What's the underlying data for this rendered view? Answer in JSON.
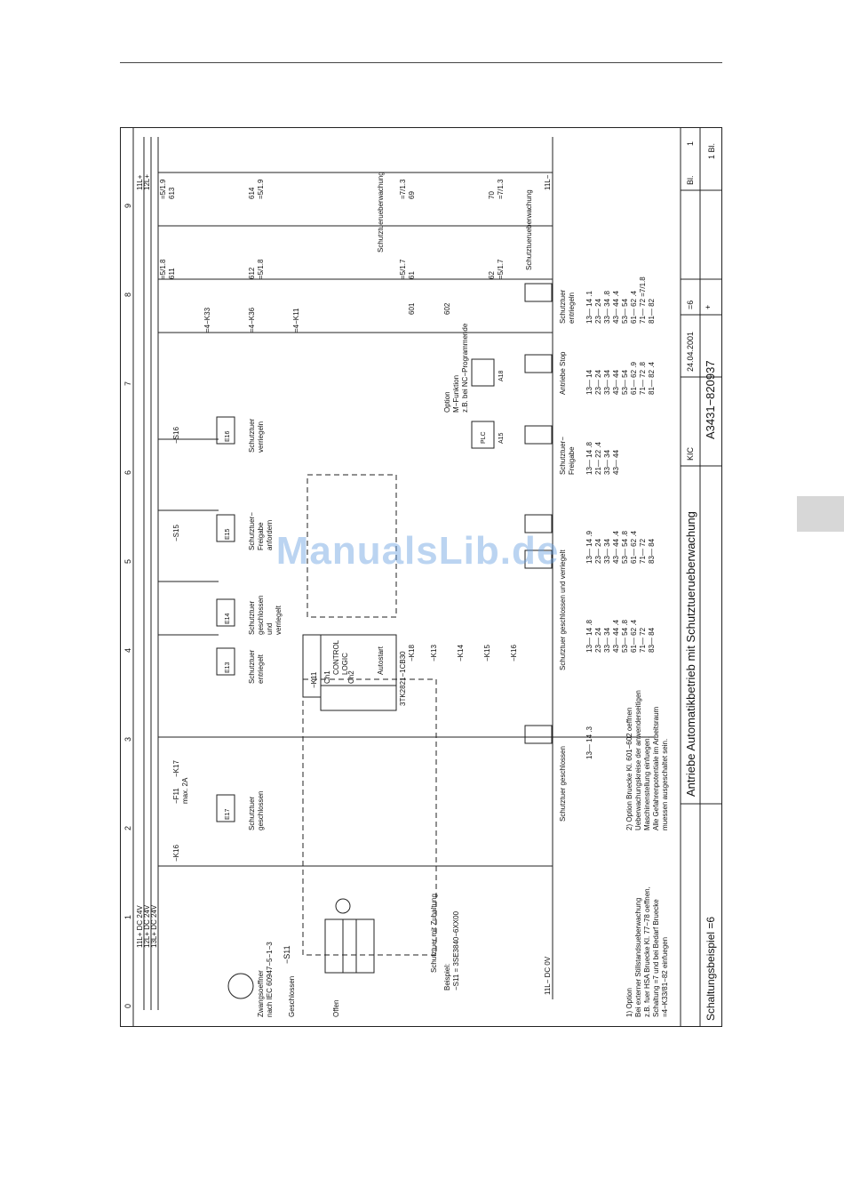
{
  "page": {
    "title_block": {
      "title": "Antriebe Automatikbetrieb mit Schutztuerueberwachung",
      "example": "Schaltungsbeispiel =6",
      "doc_no": "A3431−820937",
      "dept": "KIC",
      "date": "24.04.2001",
      "ref": "=6",
      "plus": "+",
      "sheet_label": "Bl.",
      "sheet_no": "1",
      "sheet_total": "1 Bl."
    },
    "columns": [
      "0",
      "1",
      "2",
      "3",
      "4",
      "5",
      "6",
      "7",
      "8",
      "9"
    ],
    "rails": {
      "supply": [
        "11L+  DC 24V",
        "12L+  DC 24V",
        "13L+  DC 24V"
      ],
      "ground": "11L−  DC 0V",
      "right_top": [
        "11L+",
        "12L+"
      ],
      "right_bottom": "11L−"
    },
    "labels": {
      "s11": "−S11",
      "zwang": [
        "Zwangsoeffner",
        "nach IEC 60947−5−1−3"
      ],
      "geschlossen": "Geschlossen",
      "offen": "Offen",
      "zuhaltung": "Schutztuer mit Zuhaltung",
      "beispiel": [
        "Beispiel:",
        "−S11 = 3SE3840−6XX00"
      ],
      "f11": [
        "−F11",
        "max. 2A"
      ],
      "k16a": "−K16",
      "k17": "−K17",
      "k11": "−K11",
      "control_logic": [
        "CONTROL",
        "LOGIC"
      ],
      "ch1": "Ch1",
      "ch2": "Ch2",
      "autostart": "Autostart",
      "device": "3TK2821−1CB30",
      "k18": "−K18",
      "k13": "−K13",
      "k14": "−K14",
      "k15": "−K15",
      "k16b": "−K16",
      "s15": "−S15",
      "s16": "−S16",
      "k33": "=4−K33",
      "k36": "=4−K36",
      "k11b": "=4−K11",
      "plc": "PLC",
      "plc_inputs": [
        "E17",
        "E13",
        "E14",
        "E15",
        "E16"
      ],
      "a15": "A15",
      "a18": "A18",
      "option_mf": [
        "Option",
        "M−Funktion",
        "z.B. bei NC−Programmende"
      ],
      "terms": [
        "601",
        "602"
      ]
    },
    "captions": {
      "c_e17": [
        "Schutztuer",
        "geschlossen"
      ],
      "c_e13": [
        "Schutztuer",
        "entriegelt"
      ],
      "c_e14": [
        "Schutztuer",
        "geschlossen",
        "und",
        "verriegelt"
      ],
      "c_e15": [
        "Schutztuer−",
        "Freigabe",
        "anfordern"
      ],
      "c_e16": [
        "Schutztuer",
        "verriegeln"
      ],
      "c_k17": "Schutztuer geschlossen",
      "c_k13k14": "Schutztuer geschlossen und verriegelt",
      "c_k15": [
        "Schutztuer−",
        "Freigabe"
      ],
      "c_k18": "Antriebe Stop",
      "c_k16": [
        "Schutztuer",
        "entriegeln"
      ],
      "c_right": "Schutztuerueberwachung"
    },
    "footnotes": {
      "f1": [
        "1) Option",
        "Bei externer Stillstandsueberwachung",
        "z.B. fuer HSA Bruecke Kl. 77−78 oeffnen,",
        "Schaltung =7 und bei Bedarf Bruecke",
        "=4−K33/81−82  einfuegen"
      ],
      "f2": [
        "2) Option Bruecke Kl. 601−602 oeffnen",
        "Ueberwachungskreise der anwenderseitigen",
        "Maschinenstellung einfuegen.",
        "Alle Gefahrenpotentiale im Arbeitsraum",
        "muessen ausgeschaltet sein."
      ]
    },
    "contact_tables": {
      "k17": [
        "13— 14 .3"
      ],
      "k13": [
        "13— 14 .8",
        "23— 24",
        "33— 34",
        "43— 44 .4",
        "53— 54 .8",
        "61— 62 .4",
        "71— 72",
        "83— 84"
      ],
      "k14": [
        "13— 14 .9",
        "23— 24",
        "33— 34",
        "43— 44 .4",
        "53— 54 .8",
        "61— 62 .4",
        "71— 72",
        "83— 84"
      ],
      "k15": [
        "13— 14 .8",
        "21— 22 .4",
        "33— 34",
        "43— 44"
      ],
      "k18": [
        "13— 14",
        "23— 24",
        "33— 34",
        "43— 44",
        "53— 54",
        "61— 62 .9",
        "71— 72 .8",
        "81— 82 .4"
      ],
      "k16": [
        "13— 14 .1",
        "23— 24",
        "33— 34 .8",
        "43— 44 .4",
        "53— 54",
        "61— 62 .4",
        "71— 72 =7/1.8",
        "81— 82"
      ]
    },
    "right_refs": [
      "=5/1.9",
      "613",
      "=5/1.8",
      "611",
      "614",
      "=5/1.9",
      "612",
      "=5/1.8",
      "=7/1.3",
      "69",
      "=5/1.7",
      "61",
      "70",
      "=7/1.3",
      "62",
      "=5/1.7"
    ],
    "watermark": "ManualsLib.de"
  }
}
